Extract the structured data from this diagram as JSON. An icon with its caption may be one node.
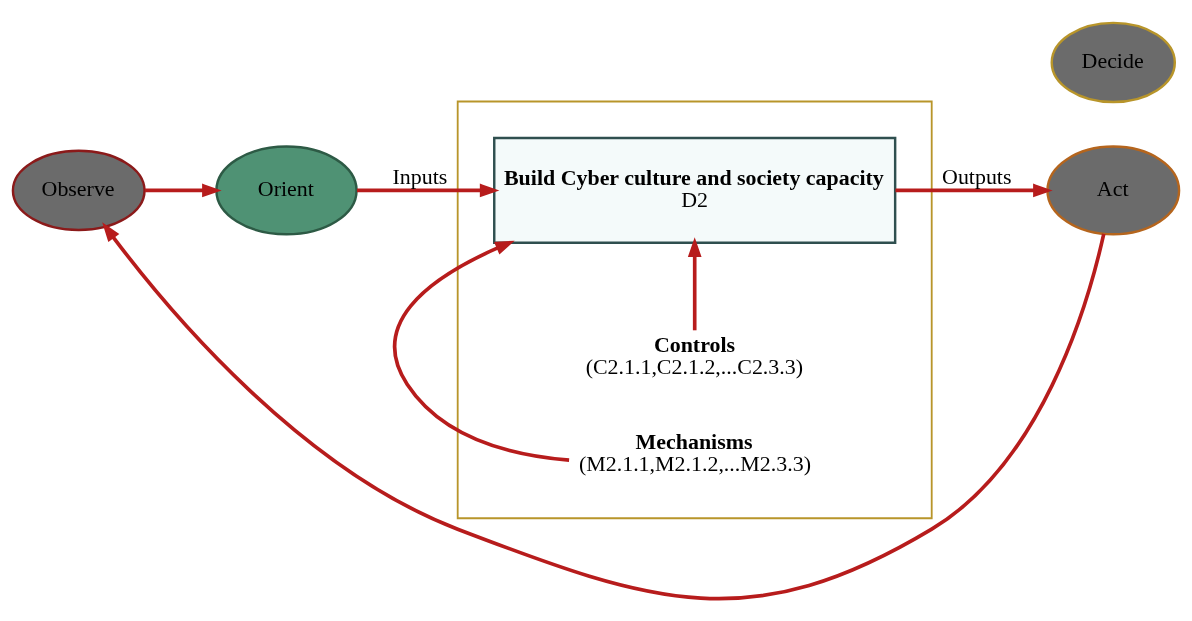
{
  "diagram": {
    "nodes": [
      {
        "text": [
          "Observe"
        ]
      },
      {
        "text": [
          "Orient"
        ]
      },
      {
        "text": [],
        "shape": "box"
      },
      {
        "text": [
          "Controls",
          "(C2.1.1,C2.1.2,...C2.3.3)"
        ],
        "in": 2
      },
      {
        "text": [
          "Build Cyber culture and society capacity",
          "D2"
        ],
        "in": 2
      },
      {
        "text": [
          "Mechanisms",
          "(M2.1.1,M2.1.2,...M2.3.3)"
        ],
        "in": 2
      },
      {
        "text": [
          "Act"
        ]
      },
      {
        "text": [
          "Decide"
        ]
      }
    ],
    "edges": [
      {
        "from": 0,
        "to": 1,
        "arrow": "to"
      },
      {
        "from": 1,
        "to": 4,
        "label": "Inputs",
        "arrow": "to"
      },
      {
        "from": 4,
        "to": 6,
        "label": "Outputs",
        "arrow": "to"
      },
      {
        "from": 3,
        "to": 4,
        "arrow": "to"
      },
      {
        "from": 5,
        "to": 4,
        "arrow": "to"
      },
      {
        "from": 6,
        "to": 0,
        "arrow": "to"
      }
    ]
  }
}
